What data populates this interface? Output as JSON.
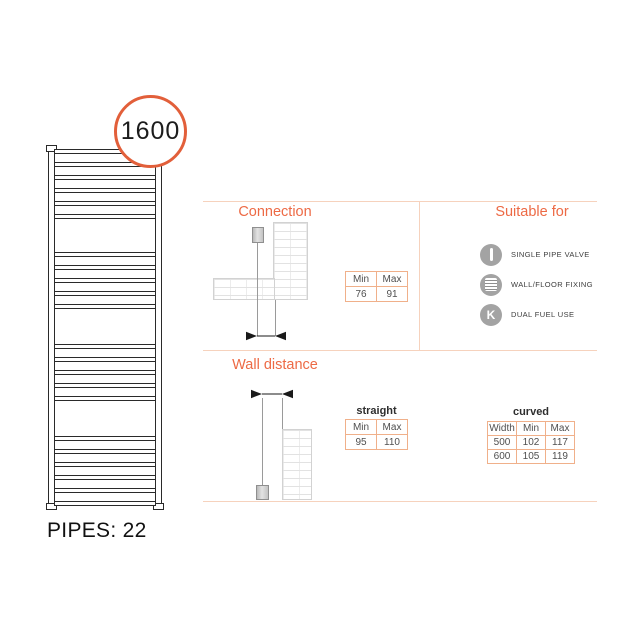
{
  "badge": {
    "value": "1600"
  },
  "pipes_label": "PIPES: 22",
  "radiator": {
    "pipe_count": 22,
    "bar_groups": [
      6,
      5,
      5,
      6
    ]
  },
  "colors": {
    "accent_orange": "#ed6a45",
    "badge_border": "#e25f3a",
    "table_border": "#f0b08a",
    "panel_border": "#f6d2bd",
    "icon_gray": "#a3a3a3"
  },
  "sections": {
    "connection": {
      "title": "Connection",
      "table": {
        "headers": [
          "Min",
          "Max"
        ],
        "rows": [
          [
            "76",
            "91"
          ]
        ]
      }
    },
    "suitable_for": {
      "title": "Suitable for",
      "items": [
        {
          "icon": "single-pipe-valve-icon",
          "label": "SINGLE PIPE VALVE"
        },
        {
          "icon": "wall-floor-fixing-icon",
          "label": "WALL/FLOOR FIXING"
        },
        {
          "icon": "dual-fuel-icon",
          "glyph": "K",
          "label": "DUAL FUEL USE"
        }
      ]
    },
    "wall_distance": {
      "title": "Wall distance",
      "straight": {
        "label": "straight",
        "headers": [
          "Min",
          "Max"
        ],
        "rows": [
          [
            "95",
            "110"
          ]
        ]
      },
      "curved": {
        "label": "curved",
        "headers": [
          "Width",
          "Min",
          "Max"
        ],
        "rows": [
          [
            "500",
            "102",
            "117"
          ],
          [
            "600",
            "105",
            "119"
          ]
        ]
      }
    }
  }
}
